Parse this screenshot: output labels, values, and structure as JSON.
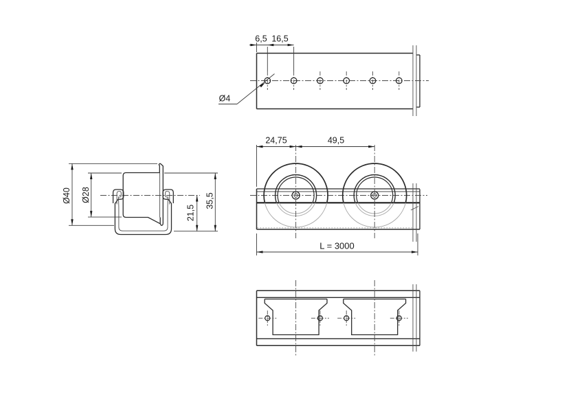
{
  "dims": {
    "top": {
      "offset": "6,5",
      "pitch": "16,5",
      "hole_dia": "Ø4"
    },
    "front": {
      "roller_offset": "24,75",
      "roller_pitch": "49,5",
      "length": "L = 3000"
    },
    "side": {
      "flange_dia": "Ø40",
      "roller_dia": "Ø28",
      "axis_height": "21,5",
      "overall_height": "35,5"
    }
  },
  "counts": {
    "top_view_holes": 6,
    "rollers": 2
  },
  "colors": {
    "background": "#ffffff",
    "line": "#2b2b2b",
    "heavy_line": "#1f1f1f",
    "thin_line": "#4a4a4a",
    "hidden_light": "#a8a8a8",
    "text": "#1a1a1a"
  }
}
